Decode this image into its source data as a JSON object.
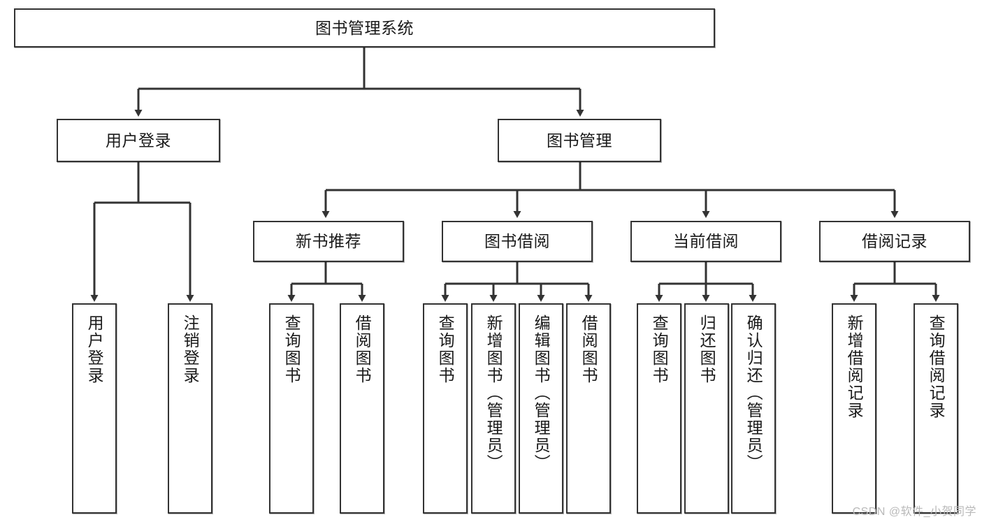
{
  "diagram": {
    "title": "图书管理系统",
    "type": "hierarchy-tree",
    "watermark": "CSDN @软件_小贺同学",
    "colors": {
      "box_border": "#333333",
      "box_fill": "#ffffff",
      "connector": "#333333",
      "text": "#1a1a1a",
      "watermark": "#b9b9b9"
    },
    "levels": [
      {
        "level": 1,
        "nodes": [
          {
            "id": "root",
            "label": "图书管理系统",
            "orientation": "horizontal"
          }
        ]
      },
      {
        "level": 2,
        "nodes": [
          {
            "id": "login",
            "label": "用户登录",
            "orientation": "horizontal",
            "parent": "root"
          },
          {
            "id": "bookmgmt",
            "label": "图书管理",
            "orientation": "horizontal",
            "parent": "root"
          }
        ]
      },
      {
        "level": 3,
        "nodes": [
          {
            "id": "newbook",
            "label": "新书推荐",
            "orientation": "horizontal",
            "parent": "bookmgmt"
          },
          {
            "id": "borrow",
            "label": "图书借阅",
            "orientation": "horizontal",
            "parent": "bookmgmt"
          },
          {
            "id": "current",
            "label": "当前借阅",
            "orientation": "horizontal",
            "parent": "bookmgmt"
          },
          {
            "id": "records",
            "label": "借阅记录",
            "orientation": "horizontal",
            "parent": "bookmgmt"
          }
        ]
      },
      {
        "level": 4,
        "nodes": [
          {
            "id": "leaf1",
            "label": "用户登录",
            "orientation": "vertical",
            "parent": "login"
          },
          {
            "id": "leaf2",
            "label": "注销登录",
            "orientation": "vertical",
            "parent": "login"
          },
          {
            "id": "leaf3",
            "label": "查询图书",
            "orientation": "vertical",
            "parent": "newbook"
          },
          {
            "id": "leaf4",
            "label": "借阅图书",
            "orientation": "vertical",
            "parent": "newbook"
          },
          {
            "id": "leaf5",
            "label": "查询图书",
            "orientation": "vertical",
            "parent": "borrow"
          },
          {
            "id": "leaf6",
            "label": "新增图书（管理员）",
            "orientation": "vertical",
            "parent": "borrow"
          },
          {
            "id": "leaf7",
            "label": "编辑图书（管理员）",
            "orientation": "vertical",
            "parent": "borrow"
          },
          {
            "id": "leaf8",
            "label": "借阅图书",
            "orientation": "vertical",
            "parent": "borrow"
          },
          {
            "id": "leaf9",
            "label": "查询图书",
            "orientation": "vertical",
            "parent": "current"
          },
          {
            "id": "leaf10",
            "label": "归还图书",
            "orientation": "vertical",
            "parent": "current"
          },
          {
            "id": "leaf11",
            "label": "确认归还（管理员）",
            "orientation": "vertical",
            "parent": "current"
          },
          {
            "id": "leaf12",
            "label": "新增借阅记录",
            "orientation": "vertical",
            "parent": "records"
          },
          {
            "id": "leaf13",
            "label": "查询借阅记录",
            "orientation": "vertical",
            "parent": "records"
          }
        ]
      }
    ]
  }
}
